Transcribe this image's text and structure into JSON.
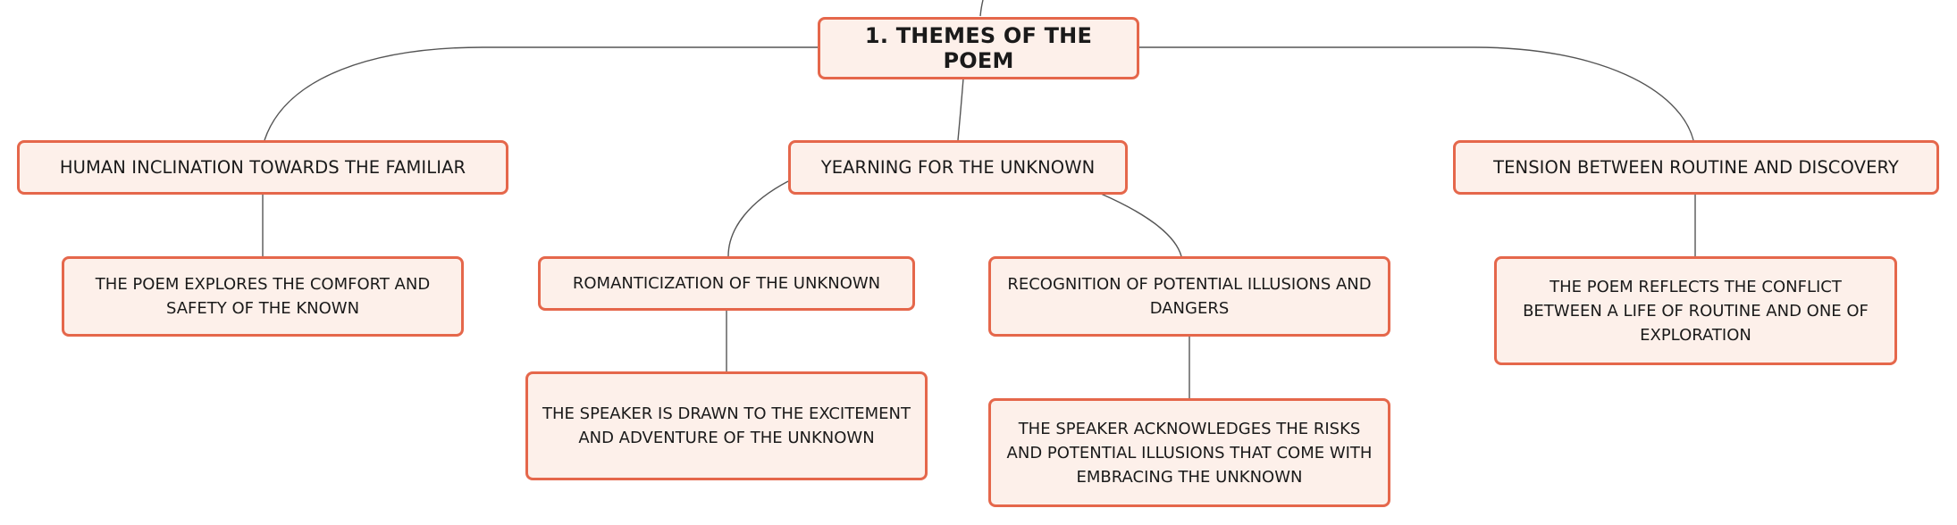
{
  "diagram": {
    "root": {
      "label": "1. THEMES OF THE POEM"
    },
    "themes": [
      {
        "label": "HUMAN INCLINATION TOWARDS THE FAMILIAR",
        "children": [
          {
            "label": "THE POEM EXPLORES THE COMFORT AND SAFETY OF THE KNOWN",
            "children": []
          }
        ]
      },
      {
        "label": "YEARNING FOR THE UNKNOWN",
        "children": [
          {
            "label": "ROMANTICIZATION OF THE UNKNOWN",
            "children": [
              {
                "label": "THE SPEAKER IS DRAWN TO THE EXCITEMENT AND ADVENTURE OF THE UNKNOWN"
              }
            ]
          },
          {
            "label": "RECOGNITION OF POTENTIAL ILLUSIONS AND DANGERS",
            "children": [
              {
                "label": "THE SPEAKER ACKNOWLEDGES THE RISKS AND POTENTIAL ILLUSIONS THAT COME WITH EMBRACING THE UNKNOWN"
              }
            ]
          }
        ]
      },
      {
        "label": "TENSION BETWEEN ROUTINE AND DISCOVERY",
        "children": [
          {
            "label": "THE POEM REFLECTS THE CONFLICT BETWEEN A LIFE OF ROUTINE AND ONE OF EXPLORATION",
            "children": []
          }
        ]
      }
    ],
    "colors": {
      "node_fill": "#fdf0ea",
      "node_border": "#e5674b",
      "connector": "#555555",
      "text": "#1a1a1a"
    }
  }
}
